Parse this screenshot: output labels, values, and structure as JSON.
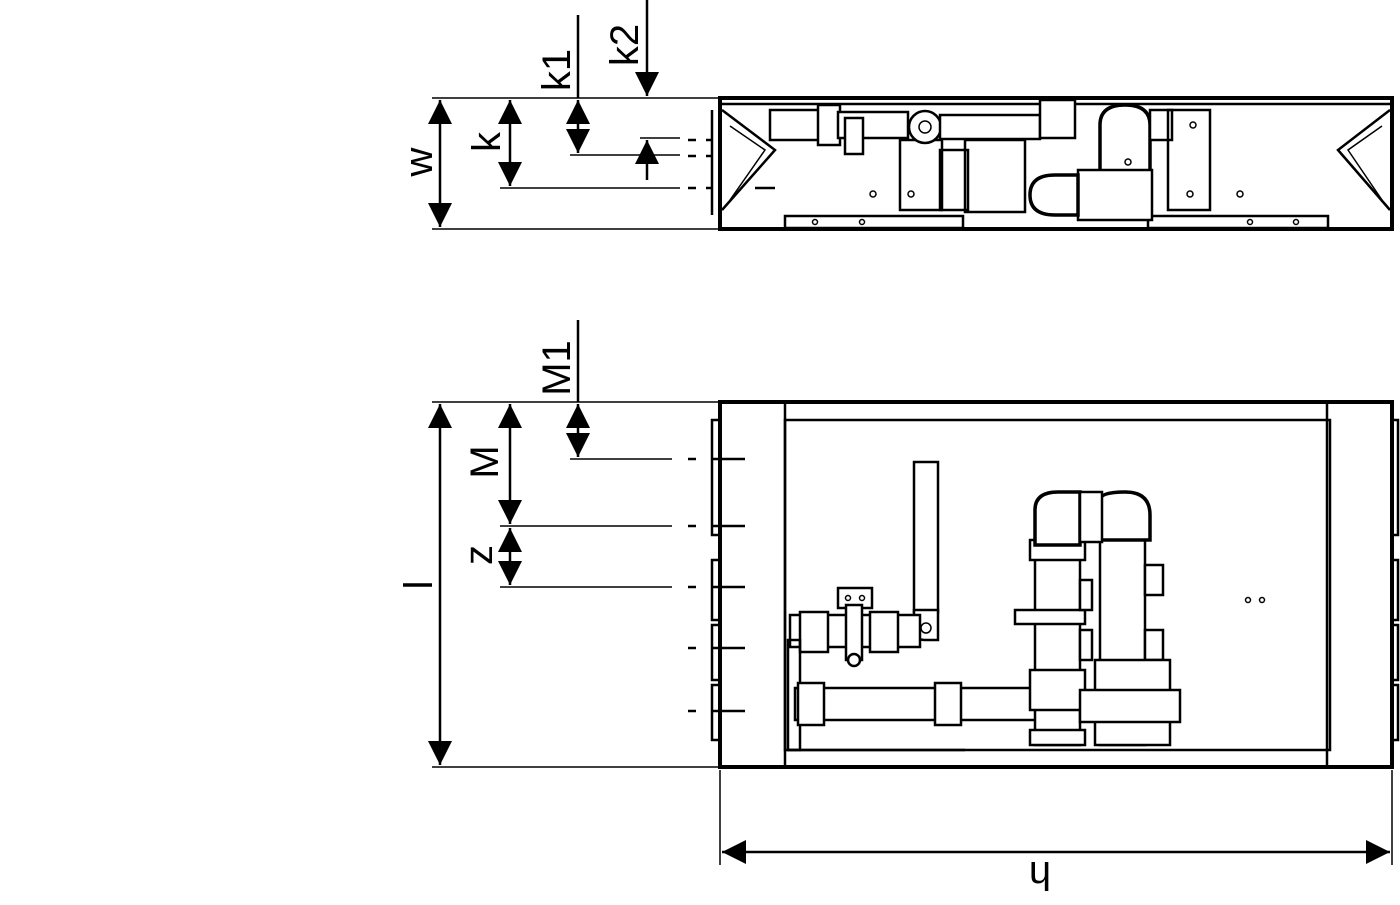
{
  "labels": {
    "w": "w",
    "k": "k",
    "k1": "k1",
    "k2": "k2",
    "M1": "M1",
    "M": "M",
    "z": "z",
    "l": "l",
    "h": "h"
  },
  "colors": {
    "line": "#000000",
    "background": "#ffffff"
  }
}
